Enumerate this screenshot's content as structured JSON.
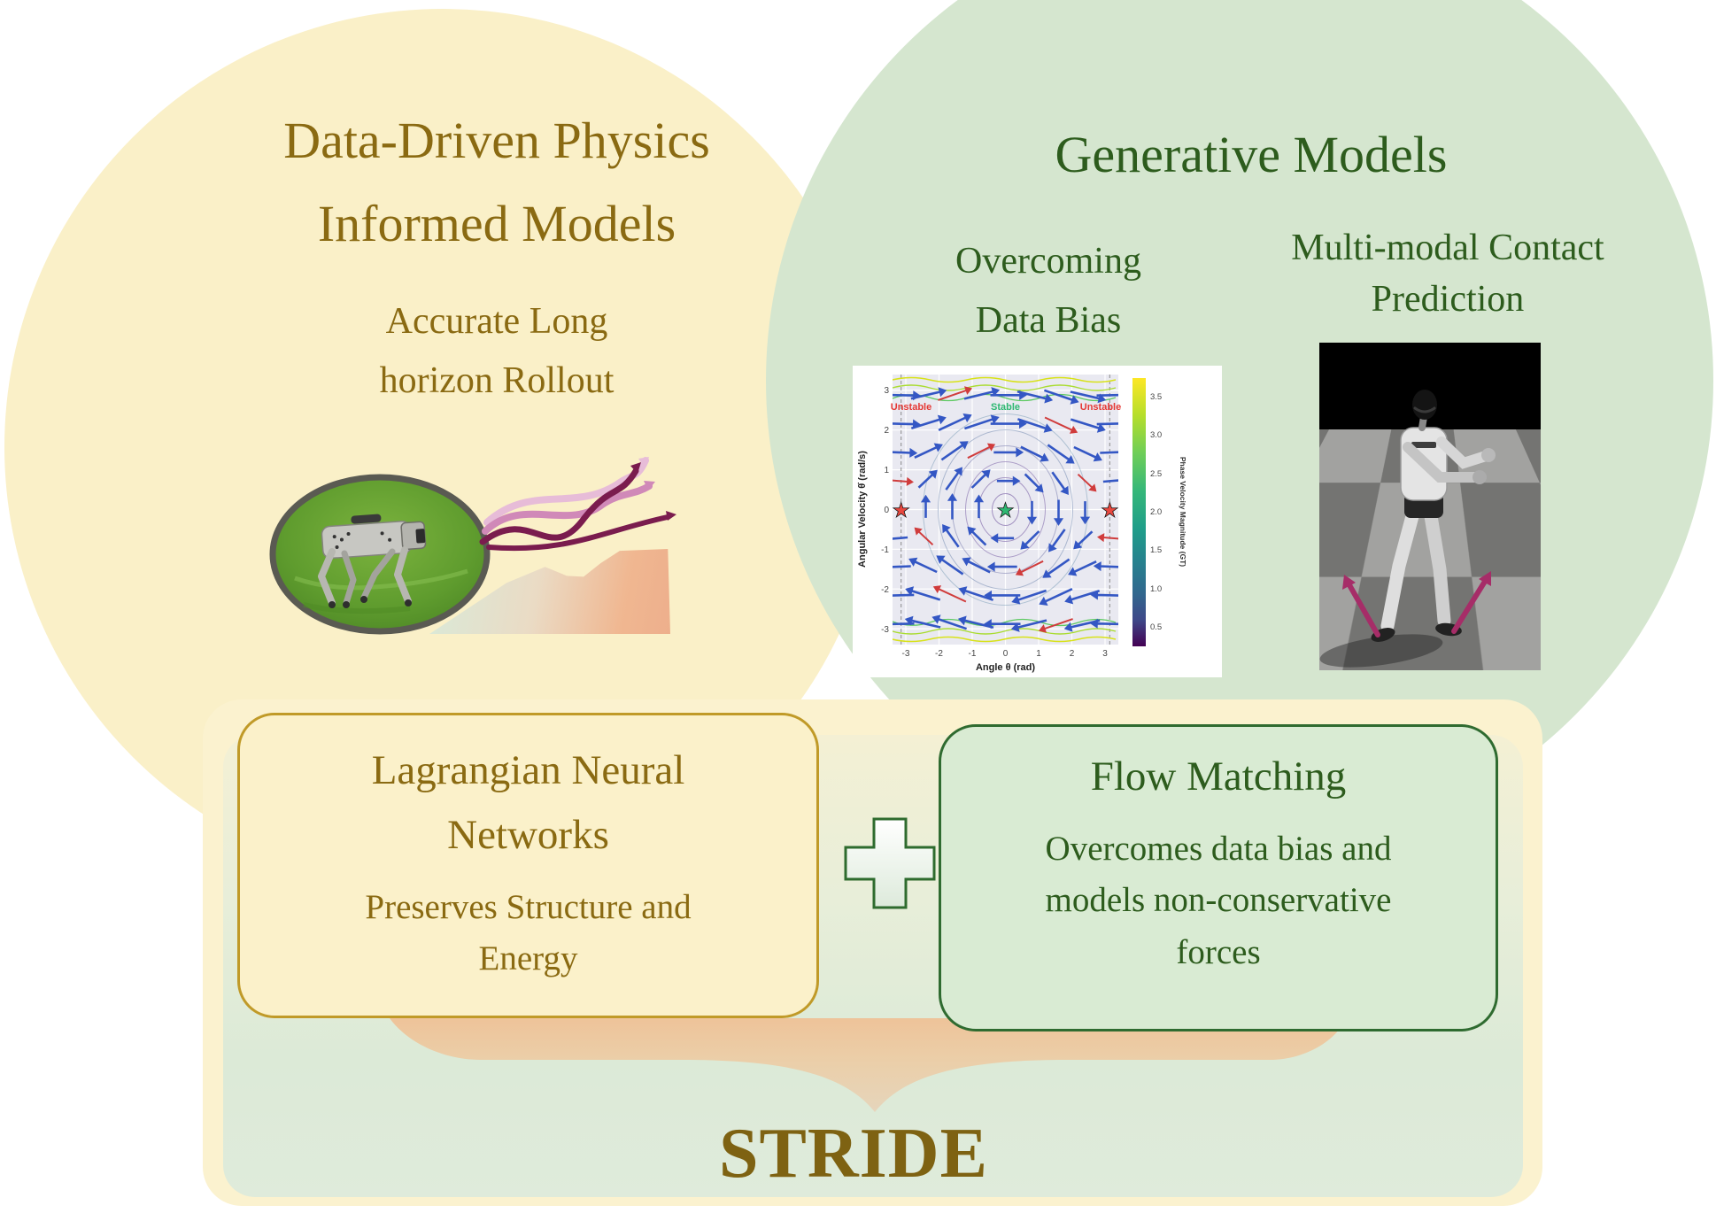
{
  "colors": {
    "left_circle_fill": "#faf0c8",
    "right_circle_fill": "#d5e6cf",
    "gold_text": "#8a6a12",
    "gold_border": "#c09a28",
    "green_text": "#2d5c1d",
    "green_border": "#2f6b30",
    "container_fill": "#fbf2cf",
    "funnel_orange": "#efc196",
    "arrow_magenta": "#a62d68"
  },
  "venn": {
    "left": {
      "title": [
        "Data-Driven Physics",
        "Informed Models"
      ],
      "subtitle": [
        "Accurate Long",
        "horizon Rollout"
      ]
    },
    "right": {
      "title": "Generative Models",
      "overcoming": [
        "Overcoming",
        "Data Bias"
      ],
      "multimodal": [
        "Multi-modal Contact",
        "Prediction"
      ]
    }
  },
  "phase_plot": {
    "xlabel": "Angle θ (rad)",
    "ylabel": "Angular Velocity θ̇ (rad/s)",
    "x_ticks": [
      "-3",
      "-2",
      "-1",
      "0",
      "1",
      "2",
      "3"
    ],
    "y_ticks": [
      "3",
      "2",
      "1",
      "0",
      "-1",
      "-2",
      "-3"
    ],
    "labels": {
      "left": "Unstable",
      "center": "Stable",
      "right": "Unstable"
    },
    "colorbar": {
      "label": "Phase Velocity Magnitude (GT)",
      "ticks": [
        "3.5",
        "3.0",
        "2.5",
        "2.0",
        "1.5",
        "1.0",
        "0.5"
      ]
    }
  },
  "boxes": {
    "lagrangian": {
      "title": [
        "Lagrangian Neural",
        "Networks"
      ],
      "body": [
        "Preserves Structure and",
        "Energy"
      ]
    },
    "flow": {
      "title": "Flow Matching",
      "body": [
        "Overcomes data bias and",
        "models non-conservative",
        "forces"
      ]
    }
  },
  "footer": {
    "title": "STRIDE"
  }
}
